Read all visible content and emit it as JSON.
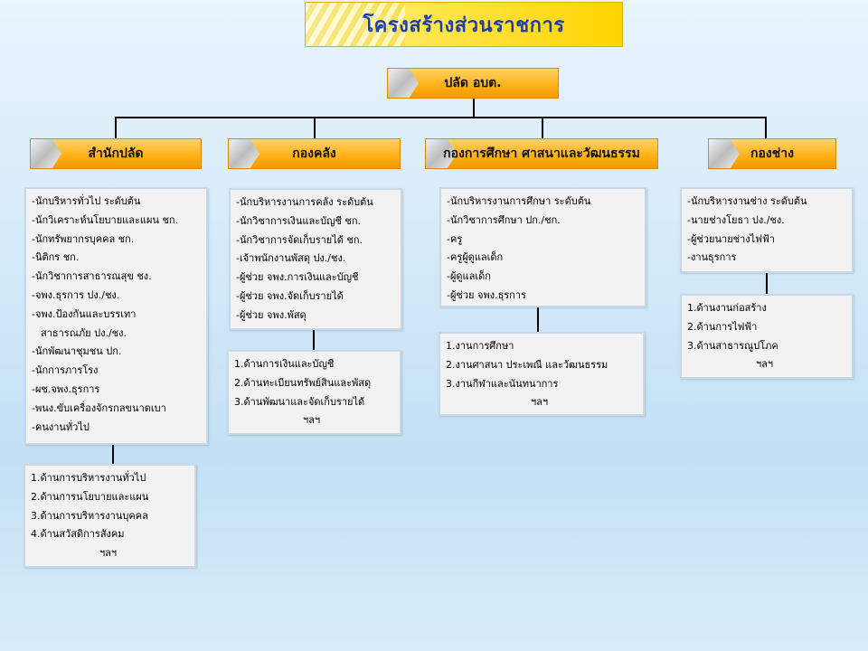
{
  "title": "โครงสร้างส่วนราชการ",
  "root": "ปลัด อบต.",
  "departments": [
    {
      "name": "สำนักปลัด",
      "positions": [
        "-นักบริหารทั่วไป ระดับต้น",
        "-นักวิเคราะห์นโยบายและแผน ชก.",
        "-นักทรัพยากรบุคคล ชก.",
        "-นิติกร ชก.",
        "-นักวิชาการสาธารณสุข ชง.",
        "-จพง.ธุรการ ปง./ชง.",
        "-จพง.ป้องกันและบรรเทา",
        "สาธารณภัย ปง./ชง.",
        "-นักพัฒนาชุมชน ปก.",
        "-นักการภารโรง",
        "-ผช.จพง.ธุรการ",
        "-พนง.ขับเครื่องจักรกลขนาดเบา",
        "-คนงานทั่วไป"
      ],
      "duties": [
        "1.ด้านการบริหารงานทั่วไป",
        "2.ด้านการนโยบายและแผน",
        "3.ด้านการบริหารงานบุคคล",
        "4.ด้านสวัสดิการสังคม",
        "ฯลฯ"
      ]
    },
    {
      "name": "กองคลัง",
      "positions": [
        "-นักบริหารงานการคลัง ระดับต้น",
        "-นักวิชาการเงินและบัญชี ชก.",
        "-นักวิชาการจัดเก็บรายได้ ชก.",
        "-เจ้าพนักงานพัสดุ ปง./ชง.",
        "-ผู้ช่วย จพง.การเงินและบัญชี",
        "-ผู้ช่วย จพง.จัดเก็บรายได้",
        "-ผู้ช่วย จพง.พัสดุ"
      ],
      "duties": [
        "1.ด้านการเงินและบัญชี",
        "2.ด้านทะเบียนทรัพย์สินและพัสดุ",
        "3.ด้านพัฒนาและจัดเก็บรายได้",
        "ฯลฯ"
      ]
    },
    {
      "name": "กองการศึกษา ศาสนาและวัฒนธรรม",
      "positions": [
        "-นักบริหารงานการศึกษา ระดับต้น",
        "-นักวิชาการศึกษา ปก./ชก.",
        "-ครู",
        "-ครูผู้ดูแลเด็ก",
        "-ผู้ดูแลเด็ก",
        "-ผู้ช่วย จพง.ธุรการ"
      ],
      "duties": [
        "1.งานการศึกษา",
        "2.งานศาสนา ประเพณี และวัฒนธรรม",
        "3.งานกีฬาและนันทนาการ",
        "ฯลฯ"
      ]
    },
    {
      "name": "กองช่าง",
      "positions": [
        "-นักบริหารงานช่าง ระดับต้น",
        "-นายช่างโยธา ปง./ชง.",
        "-ผู้ช่วยนายช่างไฟฟ้า",
        "-งานธุรการ"
      ],
      "duties": [
        "1.ด้านงานก่อสร้าง",
        "2.ด้านการไฟฟ้า",
        "3.ด้านสาธารณูปโภค",
        "ฯลฯ"
      ]
    }
  ]
}
